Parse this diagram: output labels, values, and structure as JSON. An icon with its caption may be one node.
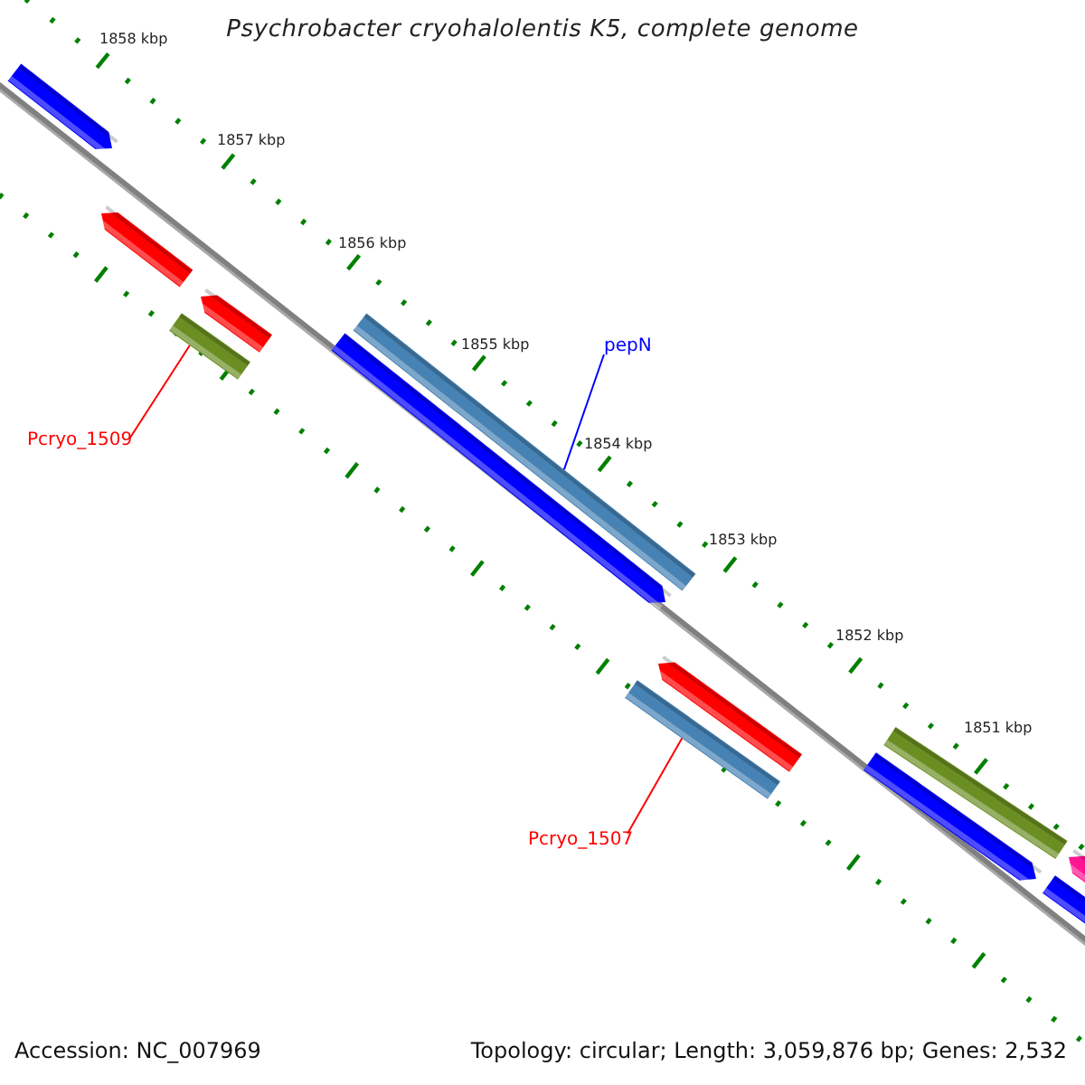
{
  "diagram": {
    "title": "Psychrobacter cryohalolentis K5, complete genome",
    "nodes": [
      {
        "text": [
          "pepN"
        ]
      },
      {
        "text": [],
        "shape": "bar"
      },
      {
        "text": [
          "Pcryo_1509"
        ]
      },
      {
        "text": [],
        "shape": "bar"
      },
      {
        "text": [
          "Pcryo_1507"
        ]
      },
      {
        "text": [],
        "shape": "bar"
      }
    ],
    "edges": [
      {
        "from": 0,
        "to": 1,
        "arrow": "none",
        "color": "#0000ff"
      },
      {
        "from": 2,
        "to": 3,
        "arrow": "none"
      },
      {
        "from": 4,
        "to": 5,
        "arrow": "none"
      }
    ],
    "labels": [
      "1858 kbp",
      "1857 kbp",
      "1856 kbp",
      "1855 kbp",
      "1854 kbp",
      "1853 kbp",
      "1852 kbp",
      "1851 kbp",
      "Accession: NC_007969",
      "Topology: circular; Length: 3,059,876 bp; Genes: 2,532"
    ]
  }
}
